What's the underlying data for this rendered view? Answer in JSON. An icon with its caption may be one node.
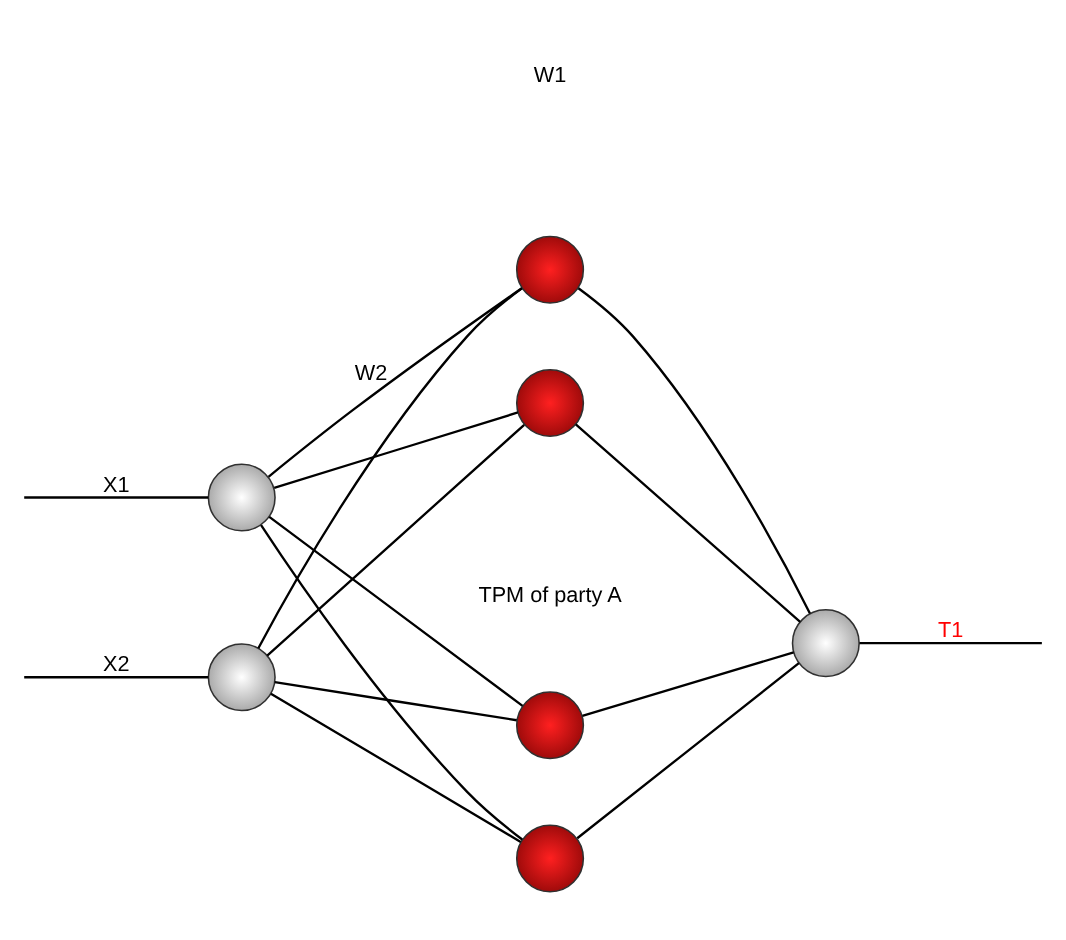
{
  "diagram": {
    "nodes": [
      {
        "text": [],
        "shape": "circle"
      },
      {
        "text": [],
        "shape": "circle"
      },
      {
        "text": [],
        "shape": "circle"
      },
      {
        "text": [],
        "shape": "circle"
      },
      {
        "text": [],
        "shape": "circle"
      },
      {
        "text": [],
        "shape": "circle"
      },
      {
        "text": [],
        "shape": "circle"
      }
    ],
    "edges": [
      {
        "from": null,
        "to": 0,
        "arrow": "none",
        "label": "X1"
      },
      {
        "from": null,
        "to": 1,
        "arrow": "none",
        "label": "X2"
      },
      {
        "from": 0,
        "to": 2,
        "arrow": "none",
        "label": "W2"
      },
      {
        "from": 0,
        "to": 3,
        "arrow": "none"
      },
      {
        "from": 0,
        "to": 4,
        "arrow": "none"
      },
      {
        "from": 0,
        "to": 5,
        "arrow": "none"
      },
      {
        "from": 1,
        "to": 2,
        "arrow": "none"
      },
      {
        "from": 1,
        "to": 3,
        "arrow": "none"
      },
      {
        "from": 1,
        "to": 4,
        "arrow": "none"
      },
      {
        "from": 1,
        "to": 5,
        "arrow": "none"
      },
      {
        "from": 2,
        "to": 6,
        "arrow": "none"
      },
      {
        "from": 3,
        "to": 6,
        "arrow": "none"
      },
      {
        "from": 4,
        "to": 6,
        "arrow": "none"
      },
      {
        "from": 5,
        "to": 6,
        "arrow": "none"
      },
      {
        "from": 6,
        "to": null,
        "arrow": "none",
        "label": "T1"
      }
    ],
    "labels": [
      "W1",
      "TPM of party A"
    ]
  }
}
